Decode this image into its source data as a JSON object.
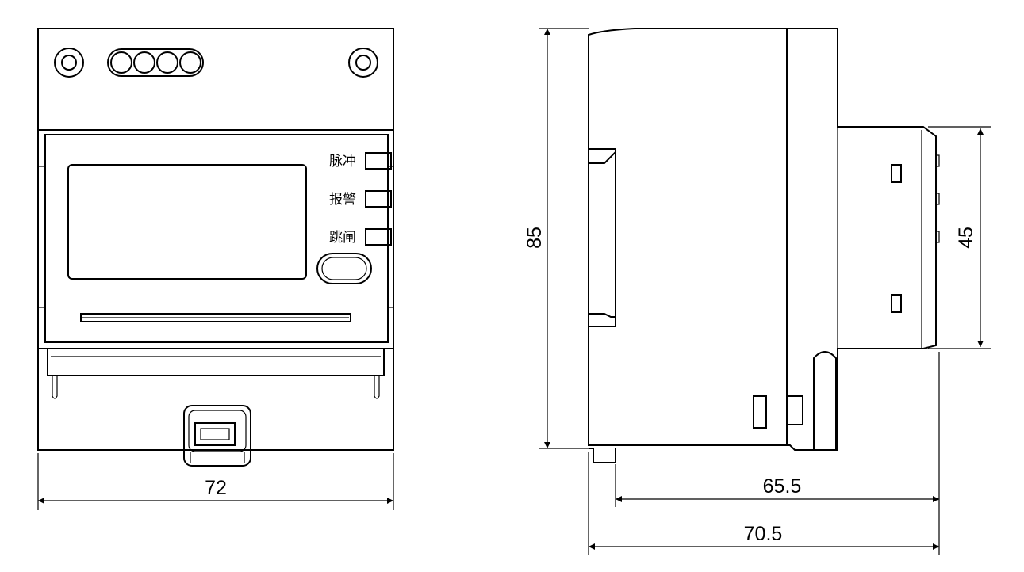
{
  "front_view": {
    "indicators": [
      {
        "label": "脉冲"
      },
      {
        "label": "报警"
      },
      {
        "label": "跳闸"
      }
    ],
    "width_dimension": "72"
  },
  "side_view": {
    "height_dimension": "85",
    "front_height_dimension": "45",
    "depth_dimension_inner": "65.5",
    "depth_dimension_outer": "70.5"
  }
}
